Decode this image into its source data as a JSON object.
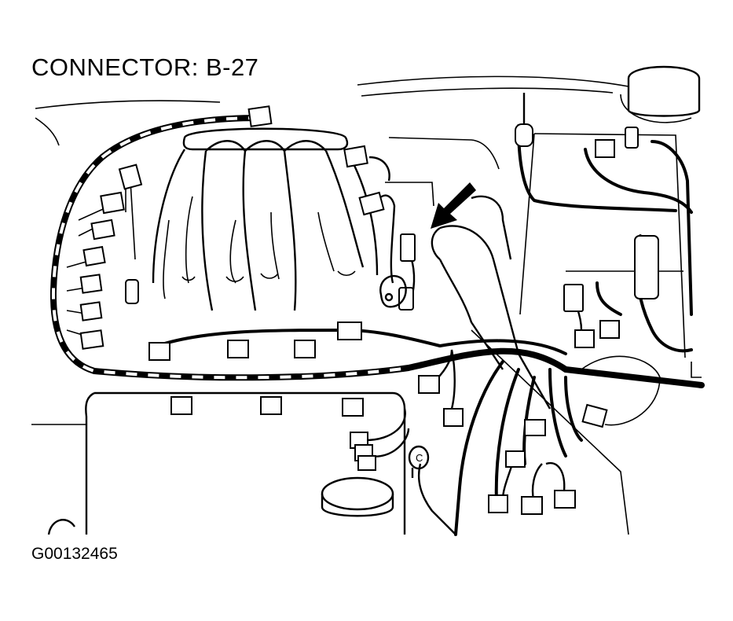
{
  "title": "CONNECTOR: B-27",
  "figure_code": "G00132465",
  "callouts": {
    "ground_label": "C"
  }
}
